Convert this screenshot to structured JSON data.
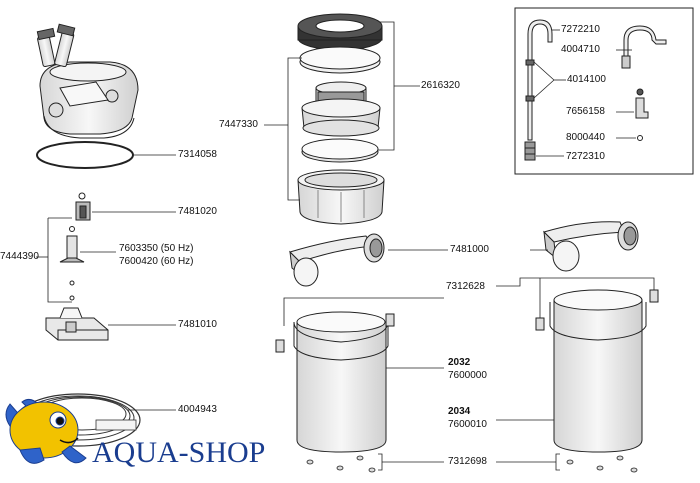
{
  "labels": {
    "l7272210": "7272210",
    "l4004710": "4004710",
    "l4014100": "4014100",
    "l7656158": "7656158",
    "l8000440": "8000440",
    "l7272310": "7272310",
    "l2616320": "2616320",
    "l7447330": "7447330",
    "l7314058": "7314058",
    "l7481020": "7481020",
    "l7603350": "7603350 (50 Hz)",
    "l7600420": "7600420 (60 Hz)",
    "l7444390": "7444390",
    "l7481010": "7481010",
    "l4004943": "4004943",
    "l7481000": "7481000",
    "l7312628": "7312628",
    "l2032": "2032",
    "l7600000": "7600000",
    "l2034": "2034",
    "l7600010": "7600010",
    "l7312698": "7312698"
  },
  "brand": {
    "text": "AQUA-SHOP",
    "colors": {
      "text": "#1a3d8f",
      "fish_body": "#f2c200",
      "fish_fins": "#2f63c9"
    }
  },
  "colors": {
    "line": "#222222",
    "part_fill": "#ececec",
    "part_shade": "#c9c9c9",
    "dark": "#444444"
  }
}
